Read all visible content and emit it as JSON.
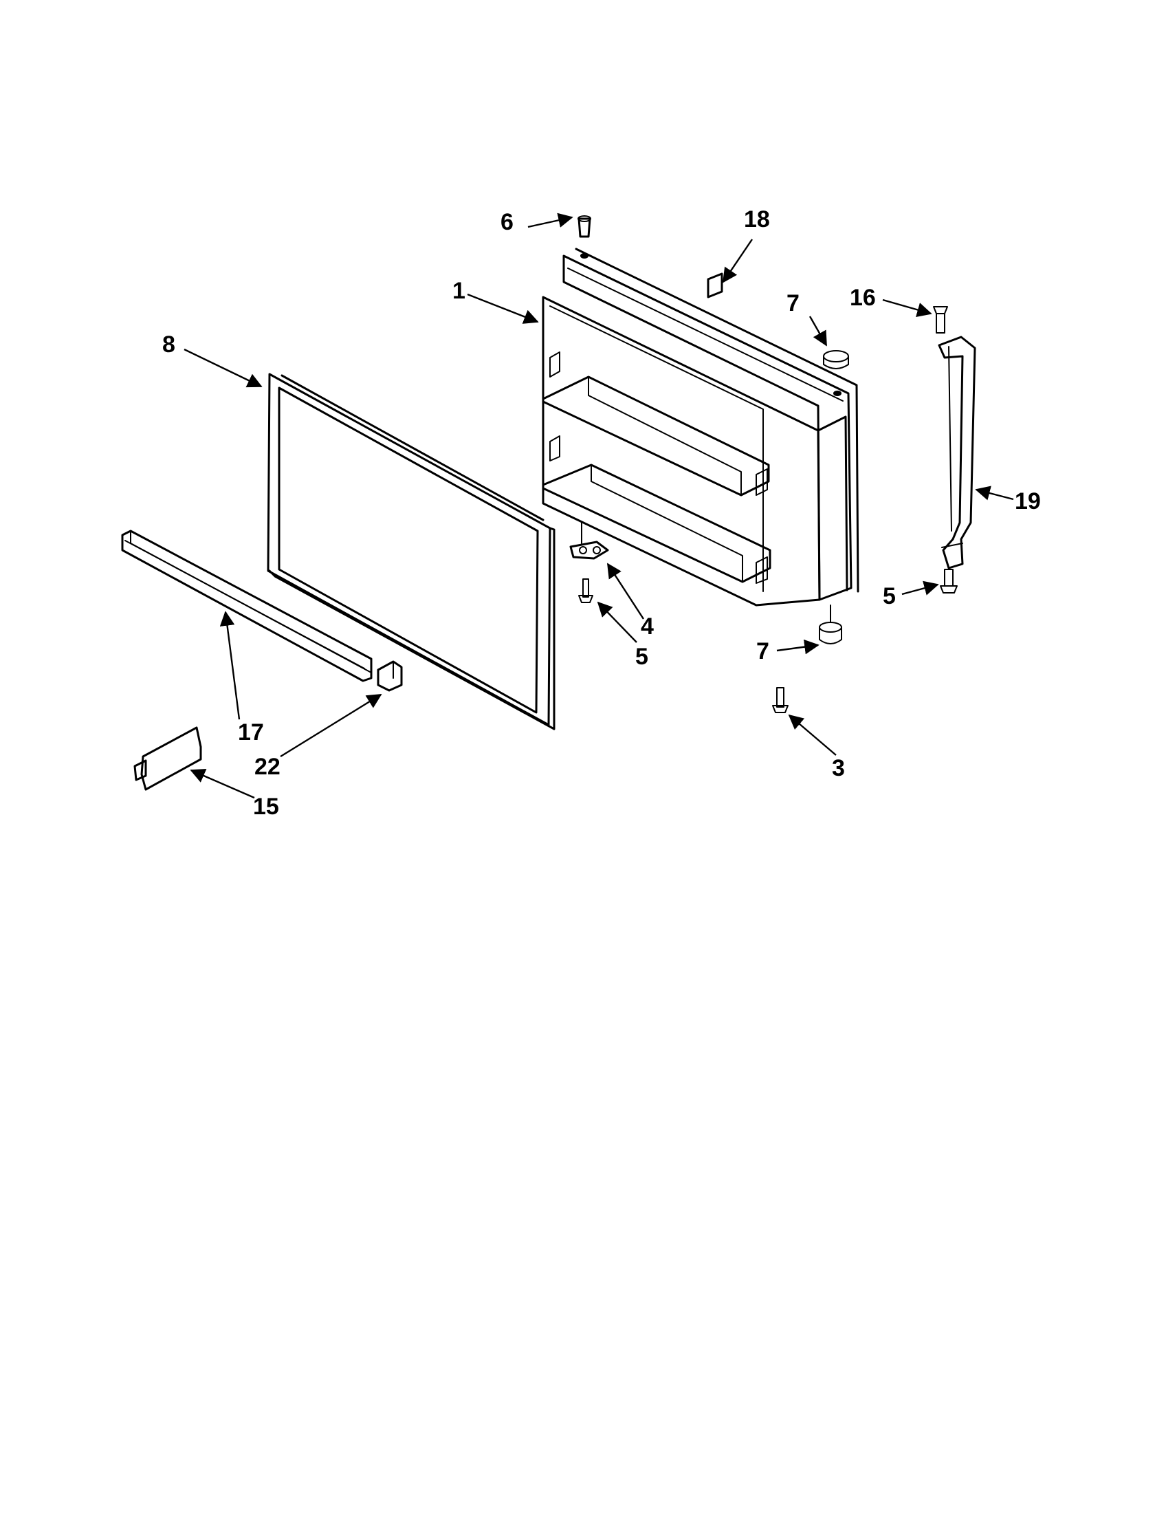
{
  "callouts": [
    {
      "id": "c1",
      "label": "1"
    },
    {
      "id": "c3",
      "label": "3"
    },
    {
      "id": "c4",
      "label": "4"
    },
    {
      "id": "c5a",
      "label": "5"
    },
    {
      "id": "c5b",
      "label": "5"
    },
    {
      "id": "c6",
      "label": "6"
    },
    {
      "id": "c7a",
      "label": "7"
    },
    {
      "id": "c7b",
      "label": "7"
    },
    {
      "id": "c8",
      "label": "8"
    },
    {
      "id": "c15",
      "label": "15"
    },
    {
      "id": "c16",
      "label": "16"
    },
    {
      "id": "c17",
      "label": "17"
    },
    {
      "id": "c18",
      "label": "18"
    },
    {
      "id": "c19",
      "label": "19"
    },
    {
      "id": "c22",
      "label": "22"
    }
  ]
}
